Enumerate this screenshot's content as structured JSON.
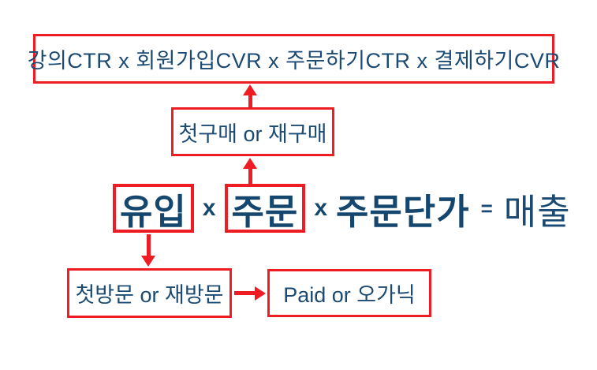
{
  "colors": {
    "box_border_red": "#ee1d24",
    "arrow_red": "#ee1d24",
    "text_navy": "#1b4a73",
    "formula_navy": "#14466e",
    "background": "#ffffff"
  },
  "diagram": {
    "metrics_box": {
      "label": "강의CTR x 회원가입CVR x 주문하기CTR x 결제하기CVR"
    },
    "purchase_box": {
      "label": "첫구매 or 재구매"
    },
    "formula": {
      "inflow": "유입",
      "multiply_1": "x",
      "order": "주문",
      "multiply_2": "x",
      "order_unit_price": "주문단가",
      "equals": "=",
      "revenue": "매출"
    },
    "visit_box": {
      "label": "첫방문 or 재방문"
    },
    "channel_box": {
      "label": "Paid or 오가닉"
    }
  }
}
